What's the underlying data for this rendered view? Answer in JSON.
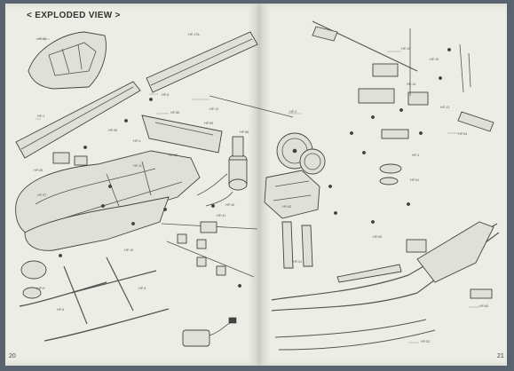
{
  "document": {
    "title": "< EXPLODED VIEW >",
    "page_left": "20",
    "page_right": "21"
  },
  "callouts": {
    "c01": "HP-56",
    "c02": "HP-1",
    "c03": "HP-17A",
    "c04": "HP-8",
    "c05": "HP-58",
    "c06": "HP-59",
    "c07": "HP-55",
    "c08": "HP-4",
    "c09": "HP-53",
    "c10": "HP-55",
    "c11": "HP-11",
    "c12": "HP-12",
    "c13": "HP-56",
    "c14": "HP-57",
    "c15": "HP-40",
    "c16": "HP-41",
    "c17": "HP-10",
    "c18": "HP-9",
    "c19": "HP-5",
    "c20": "HP-6",
    "c21": "HP-2",
    "c22": "HP-16",
    "c23": "HP-15",
    "c24": "HP-14",
    "c25": "HP-13",
    "c26": "HP-54",
    "c27": "HP-3",
    "c28": "HP-61",
    "c29": "HP-62",
    "c30": "HP-50",
    "c31": "HP-51",
    "c32": "HP-52",
    "c33": "HP-60"
  }
}
